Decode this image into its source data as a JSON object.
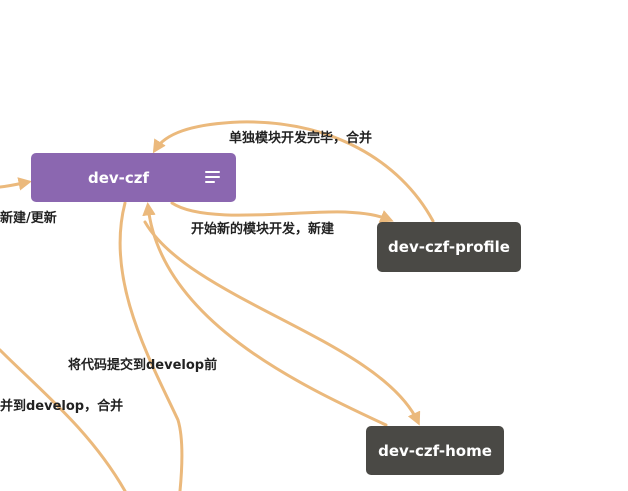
{
  "nodes": {
    "main": {
      "label": "dev-czf"
    },
    "profile": {
      "label": "dev-czf-profile"
    },
    "home": {
      "label": "dev-czf-home"
    }
  },
  "edge_labels": {
    "merge_back": "单独模块开发完毕，合并",
    "start_new": "开始新的模块开发，新建",
    "create_update": "新建/更新",
    "commit_before": "将代码提交到develop前",
    "merge_to_develop": "并到develop，合并"
  },
  "colors": {
    "main_node": "#8b67b0",
    "child_node": "#4a4945",
    "edge": "#ebb97c"
  },
  "icons": {
    "main_node_menu": "menu-icon"
  }
}
